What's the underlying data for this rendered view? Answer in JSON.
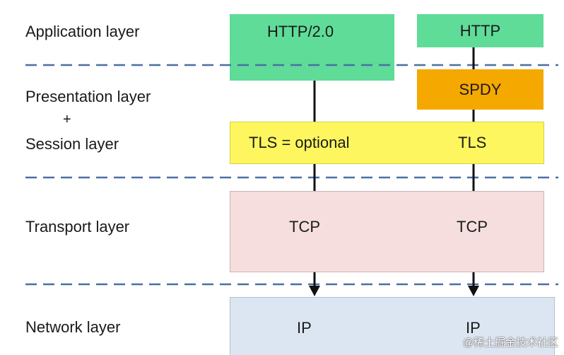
{
  "layers": {
    "application": "Application layer",
    "presentation": "Presentation layer",
    "plus": "+",
    "session": "Session layer",
    "transport": "Transport layer",
    "network": "Network layer"
  },
  "left_stack": {
    "app": "HTTP/2.0",
    "tls": "TLS = optional",
    "tcp": "TCP",
    "ip": "IP"
  },
  "right_stack": {
    "app": "HTTP",
    "spdy": "SPDY",
    "tls": "TLS",
    "tcp": "TCP",
    "ip": "IP"
  },
  "watermark": "@稀土掘金技术社区",
  "colors": {
    "green": "#5fdc98",
    "orange": "#f5a800",
    "yellow": "#fdf65e",
    "pink": "#f6dede",
    "blue": "#dce6f2",
    "dash": "#4a6fa5"
  }
}
